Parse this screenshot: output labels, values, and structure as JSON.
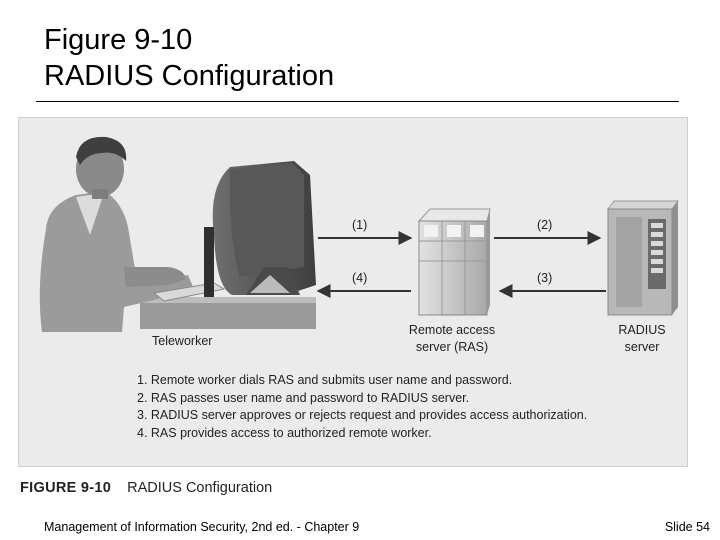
{
  "slide": {
    "title_line1": "Figure 9-10",
    "title_line2": "RADIUS Configuration"
  },
  "diagram": {
    "arrows": [
      {
        "label": "(1)",
        "direction": "right",
        "from": "teleworker",
        "to": "ras"
      },
      {
        "label": "(2)",
        "direction": "right",
        "from": "ras",
        "to": "radius-server"
      },
      {
        "label": "(3)",
        "direction": "left",
        "from": "radius-server",
        "to": "ras"
      },
      {
        "label": "(4)",
        "direction": "left",
        "from": "ras",
        "to": "teleworker"
      }
    ],
    "nodes": {
      "teleworker": "Teleworker",
      "ras_line1": "Remote access",
      "ras_line2": "server (RAS)",
      "radius_line1": "RADIUS",
      "radius_line2": "server"
    },
    "steps": [
      "1. Remote worker dials RAS and submits user name and password.",
      "2. RAS passes user name and password to RADIUS server.",
      "3. RADIUS server approves or rejects request and provides access authorization.",
      "4. RAS provides access to authorized remote worker."
    ]
  },
  "caption": {
    "figure_number": "FIGURE 9-10",
    "figure_title": "RADIUS Configuration"
  },
  "footer": {
    "left": "Management of Information Security, 2nd ed. - Chapter 9",
    "right": "Slide 54"
  },
  "colors": {
    "figure_background": "#ebebeb",
    "arrow": "#333333",
    "server_body": "#cfcfcf"
  }
}
